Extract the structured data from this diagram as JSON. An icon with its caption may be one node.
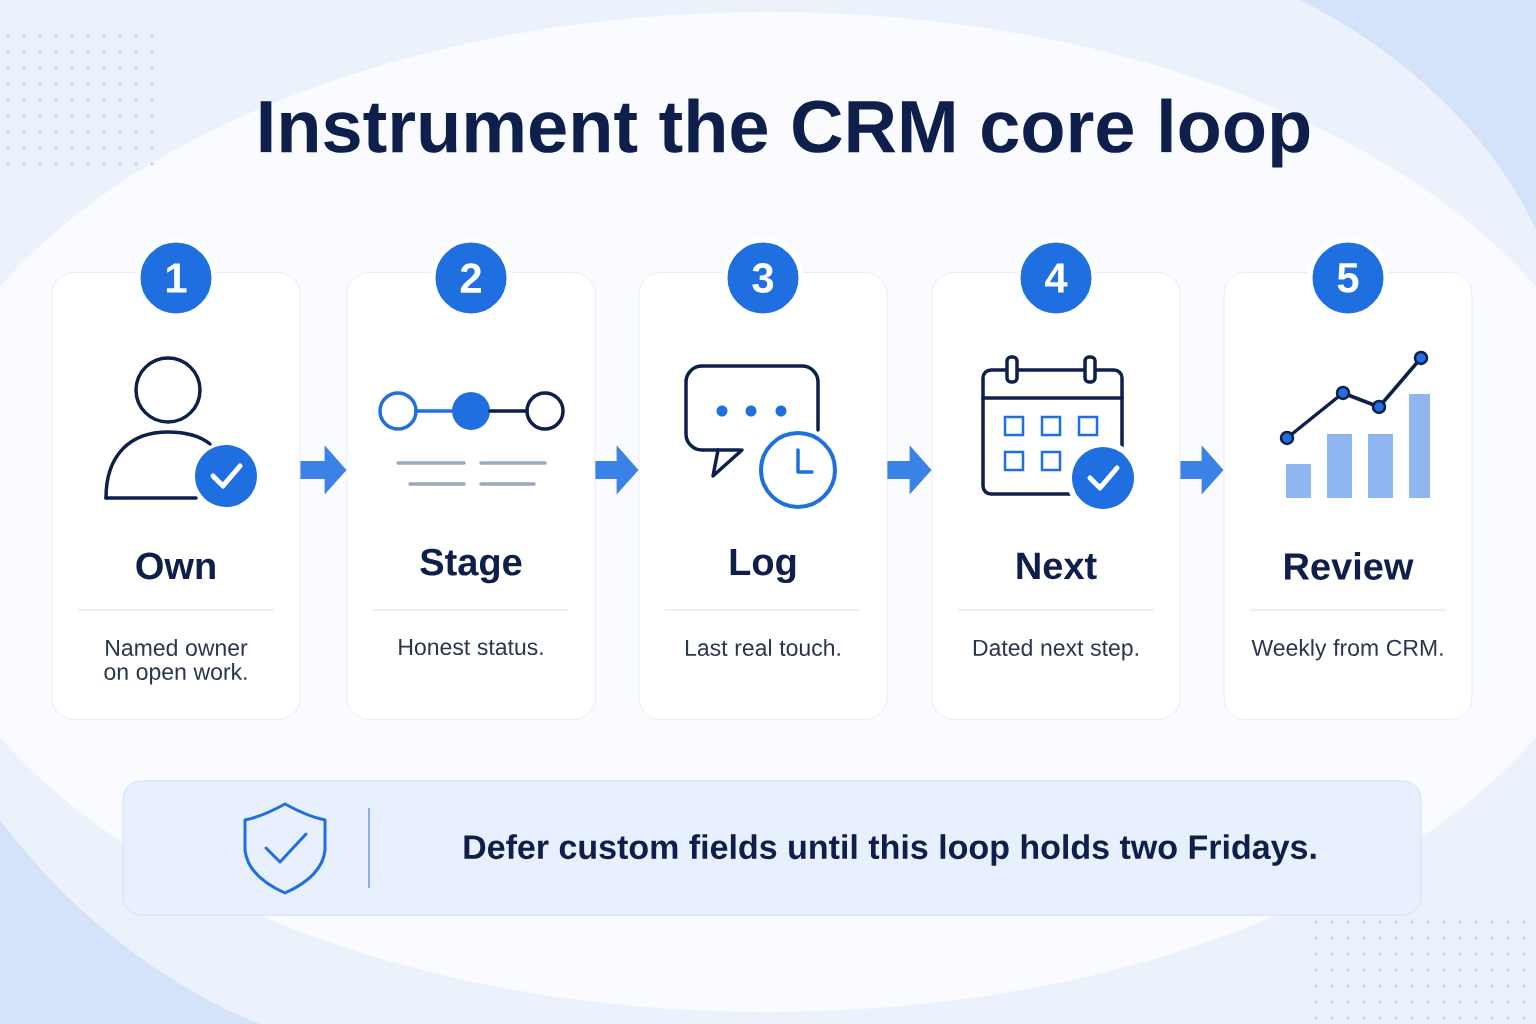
{
  "diagram": {
    "title": "Instrument the CRM core loop",
    "nodes": [
      {
        "text": [
          "1"
        ]
      },
      {
        "text": [
          "2"
        ]
      },
      {
        "text": [
          "3"
        ]
      },
      {
        "text": [
          "4"
        ]
      },
      {
        "text": [
          "5"
        ]
      },
      {
        "text": [
          "Own",
          "Named owner on open work."
        ]
      },
      {
        "text": [
          "Stage",
          "Honest status."
        ]
      },
      {
        "text": [
          "Log",
          "Last real touch."
        ]
      },
      {
        "text": [
          "Next",
          "Dated next step."
        ]
      },
      {
        "text": [
          "Review",
          "Weekly from CRM."
        ]
      },
      {
        "text": [
          "Defer custom fields until this loop holds two Fridays."
        ]
      }
    ],
    "edges": [
      {
        "from": 5,
        "to": 6,
        "arrow": "to"
      },
      {
        "from": 6,
        "to": 7,
        "arrow": "to"
      },
      {
        "from": 7,
        "to": 8,
        "arrow": "to"
      },
      {
        "from": 8,
        "to": 9,
        "arrow": "to"
      }
    ]
  }
}
